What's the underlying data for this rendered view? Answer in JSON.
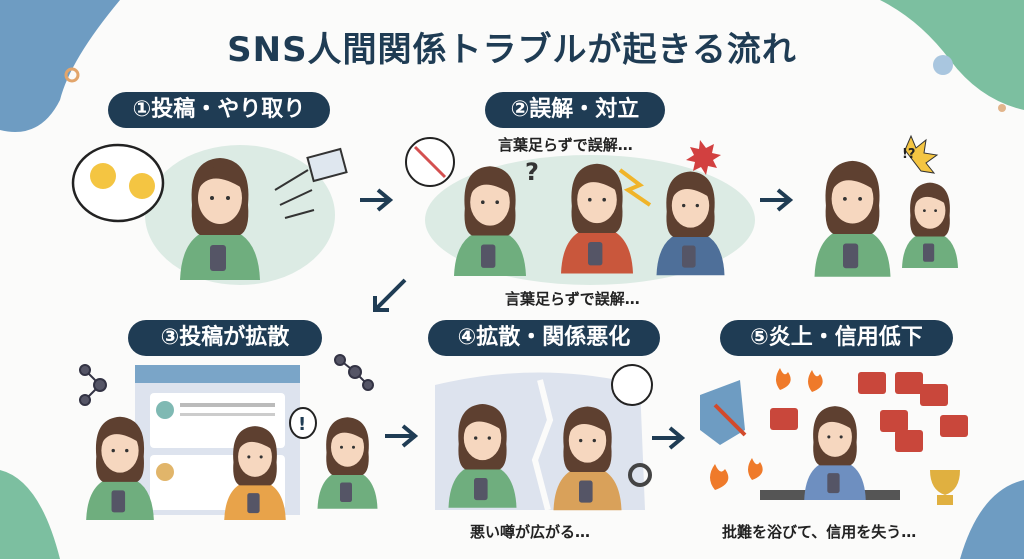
{
  "title": "SNS人間関係トラブルが起きる流れ",
  "steps": [
    {
      "label": "①投稿・やり取り"
    },
    {
      "label": "②誤解・対立",
      "caption_top": "言葉足らずで誤解…",
      "caption_bottom": "言葉足らずで誤解…"
    },
    {
      "label": "③投稿が拡散"
    },
    {
      "label": "④拡散・関係悪化",
      "caption": "悪い噂が広がる…"
    },
    {
      "label": "⑤炎上・信用低下",
      "caption": "批難を浴びて、信用を失う…"
    }
  ],
  "exclaim": "!?",
  "colors": {
    "navy": "#1f3c54",
    "green": "#6fae7e",
    "blue": "#7aa5c8",
    "orange": "#e98a3a"
  }
}
